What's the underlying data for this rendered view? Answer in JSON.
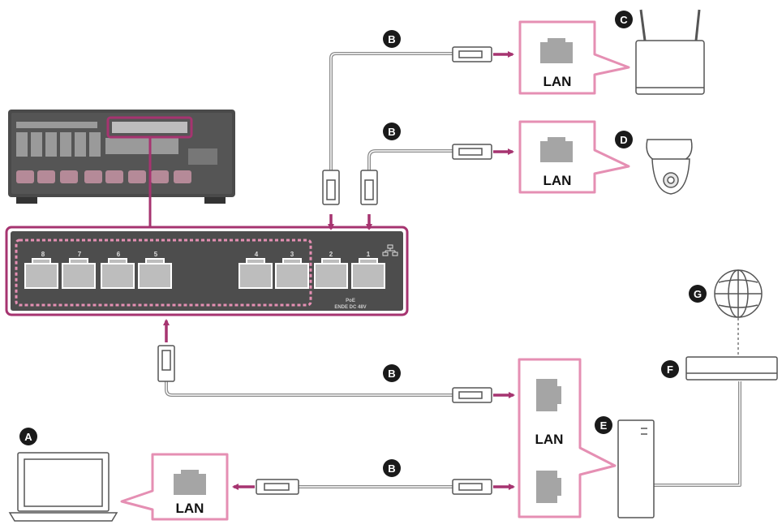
{
  "callouts": {
    "a": "A",
    "b": "B",
    "c": "C",
    "d": "D",
    "e": "E",
    "f": "F",
    "g": "G"
  },
  "lan_label": "LAN",
  "switch_ports": {
    "p8": "8",
    "p7": "7",
    "p6": "6",
    "p5": "5",
    "p4": "4",
    "p3": "3",
    "p2": "2",
    "p1": "1"
  },
  "switch_text": {
    "poe": "PoE",
    "power": "ENDE DC 48V"
  },
  "colors": {
    "accent": "#a63470",
    "highlight_fill": "#fbe4ee",
    "device_gray": "#444444",
    "cable_gray": "#8a8a8a"
  },
  "icons": [
    "laptop-icon",
    "router-icon",
    "security-camera-icon",
    "server-tower-icon",
    "network-device-icon",
    "globe-icon",
    "rj45-plug-icon",
    "lan-port-icon"
  ]
}
